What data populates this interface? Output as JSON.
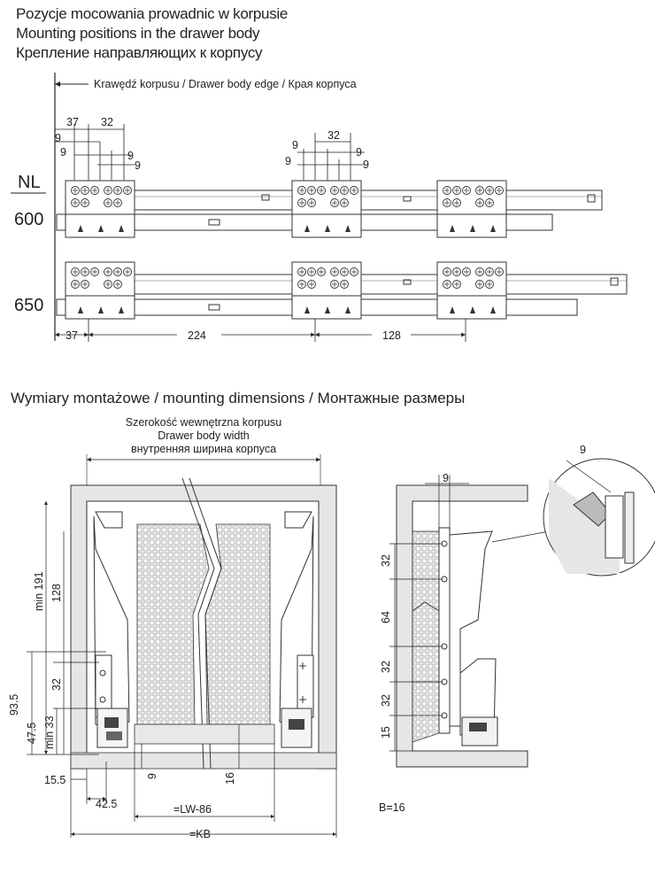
{
  "header": {
    "title_pl": "Pozycje mocowania prowadnic w korpusie",
    "title_en": "Mounting positions in the drawer body",
    "title_ru": "Крепление направляющих к корпусу"
  },
  "top": {
    "edge_label": "Krawędź korpusu / Drawer body edge / Края корпуса",
    "nl_label": "NL",
    "nl_values": [
      "600",
      "650"
    ],
    "dims": {
      "d37": "37",
      "d32": "32",
      "d9": "9",
      "d224": "224",
      "d128": "128"
    }
  },
  "bottom": {
    "title": "Wymiary montażowe / mounting dimensions  / Монтажные размеры",
    "width_label_pl": "Szerokość wewnętrzna korpusu",
    "width_label_en": "Drawer body width",
    "width_label_ru": "внутренняя ширина корпуса",
    "dims": {
      "min191": "min 191",
      "d128": "128",
      "d32": "32",
      "d93_5": "93.5",
      "d47_5": "47.5",
      "min33": "min 33",
      "d15_5": "15.5",
      "d42_5": "42.5",
      "d9": "9",
      "d16": "16",
      "lw": "=LW-86",
      "kb": "=KB",
      "b16": "B=16",
      "side_9": "9",
      "side_32a": "32",
      "side_64": "64",
      "side_32b": "32",
      "side_32c": "32",
      "side_15": "15",
      "detail_9": "9"
    }
  }
}
